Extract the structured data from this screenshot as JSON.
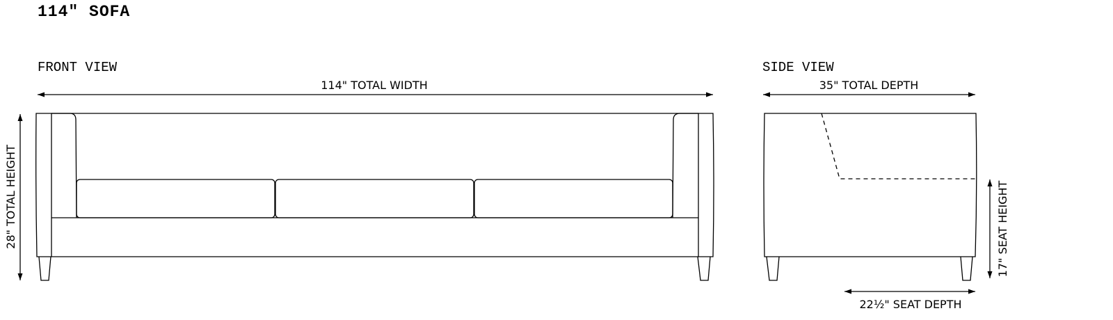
{
  "title": "114″ SOFA",
  "front_view": {
    "label": "FRONT VIEW",
    "width_label": "114\" TOTAL WIDTH",
    "height_label": "28\" TOTAL HEIGHT"
  },
  "side_view": {
    "label": "SIDE VIEW",
    "depth_label": "35\" TOTAL DEPTH",
    "seat_height_label": "17\" SEAT HEIGHT",
    "seat_depth_label": "22½\" SEAT DEPTH"
  }
}
